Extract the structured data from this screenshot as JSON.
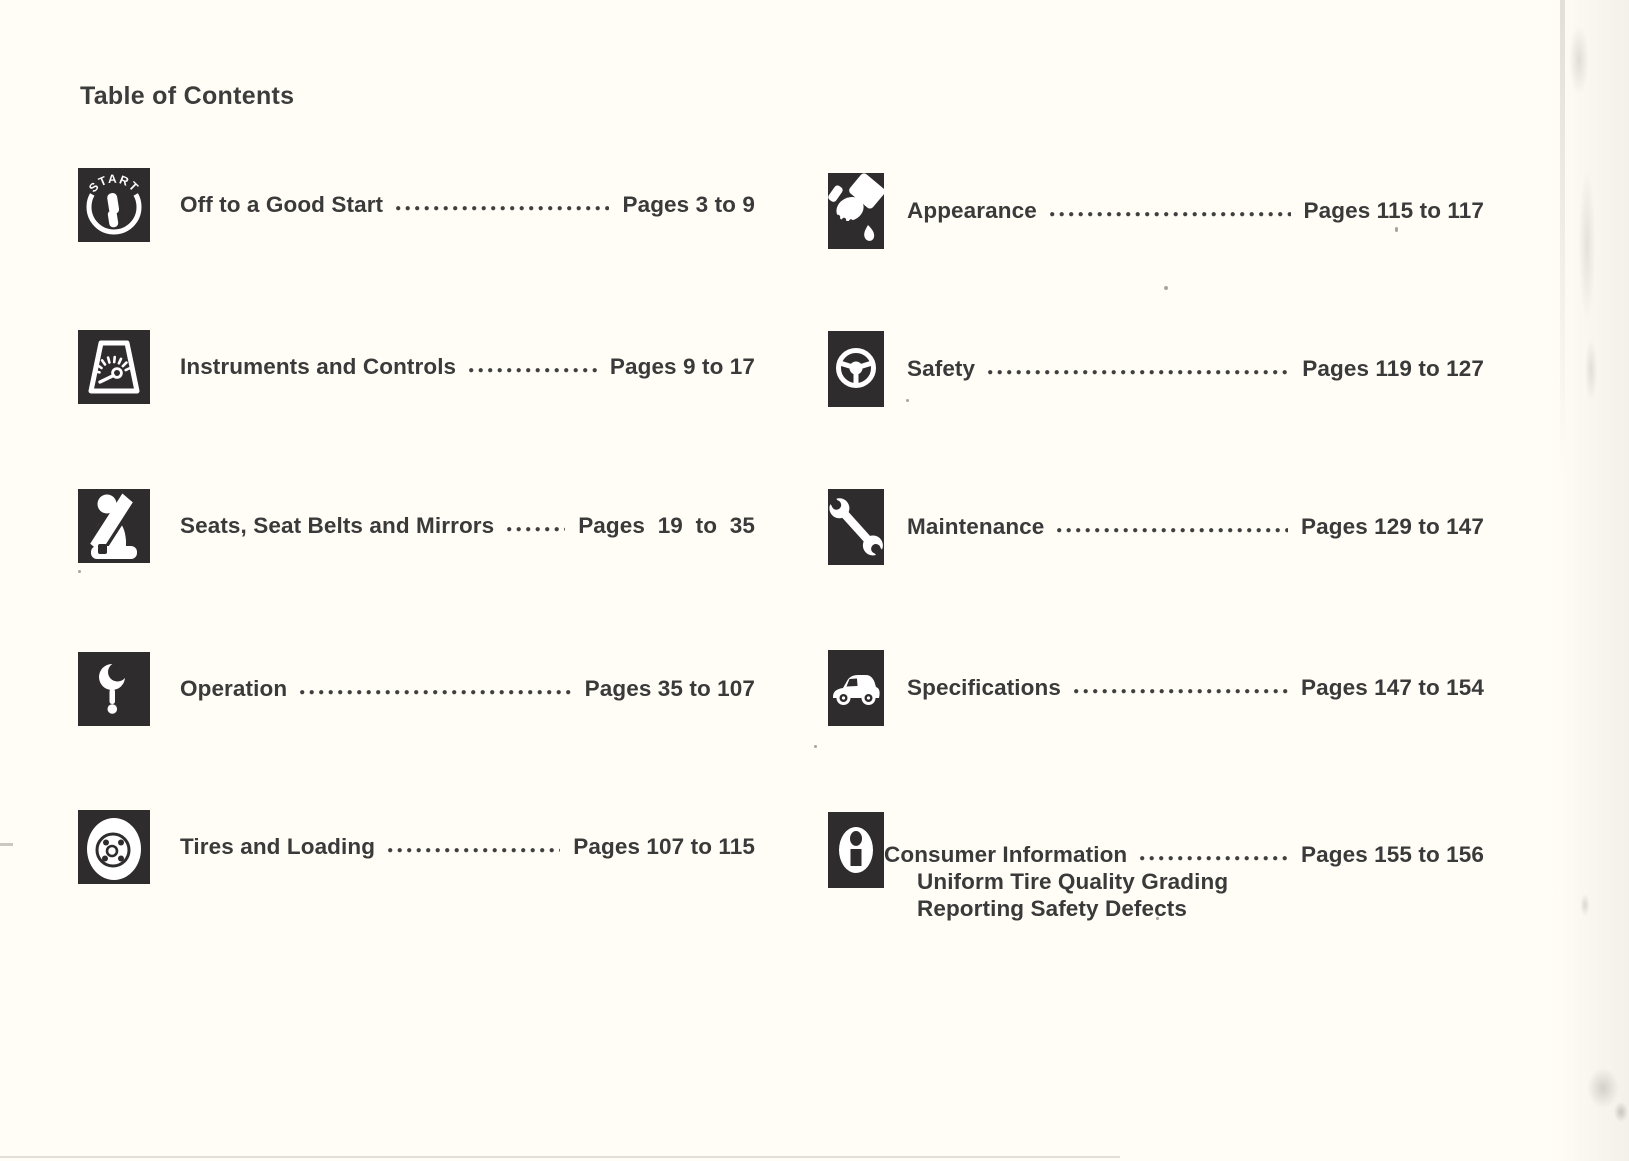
{
  "page": {
    "title": "Table of Contents"
  },
  "colors": {
    "ink": "#3a3a3a",
    "icon_background": "#2e2c2c",
    "icon_foreground": "#ffffff",
    "paper": "#fffdf6"
  },
  "columns": {
    "left": [
      {
        "icon": "ignition-start-icon",
        "icon_text": "START",
        "label": "Off to a Good Start",
        "pages": "Pages 3 to 9"
      },
      {
        "icon": "instrument-cluster-icon",
        "label": "Instruments and Controls",
        "pages": "Pages 9 to 17"
      },
      {
        "icon": "seat-belt-icon",
        "label": "Seats, Seat Belts and Mirrors",
        "pages": "Pages  19  to  35"
      },
      {
        "icon": "gear-shift-icon",
        "label": "Operation",
        "pages": "Pages 35 to 107"
      },
      {
        "icon": "tire-icon",
        "label": "Tires and Loading",
        "pages": "Pages 107 to 115"
      }
    ],
    "right": [
      {
        "icon": "polishing-hand-icon",
        "label": "Appearance",
        "pages": "Pages 115 to 117"
      },
      {
        "icon": "steering-wheel-icon",
        "label": "Safety",
        "pages": "Pages 119 to 127"
      },
      {
        "icon": "wrench-icon",
        "label": "Maintenance",
        "pages": "Pages 129 to 147"
      },
      {
        "icon": "car-icon",
        "label": "Specifications",
        "pages": "Pages 147 to 154"
      },
      {
        "icon": "info-icon",
        "label": "Consumer Information",
        "pages": "Pages 155 to 156",
        "sublines": [
          "Uniform Tire Quality Grading",
          "Reporting Safety Defects"
        ]
      }
    ]
  }
}
